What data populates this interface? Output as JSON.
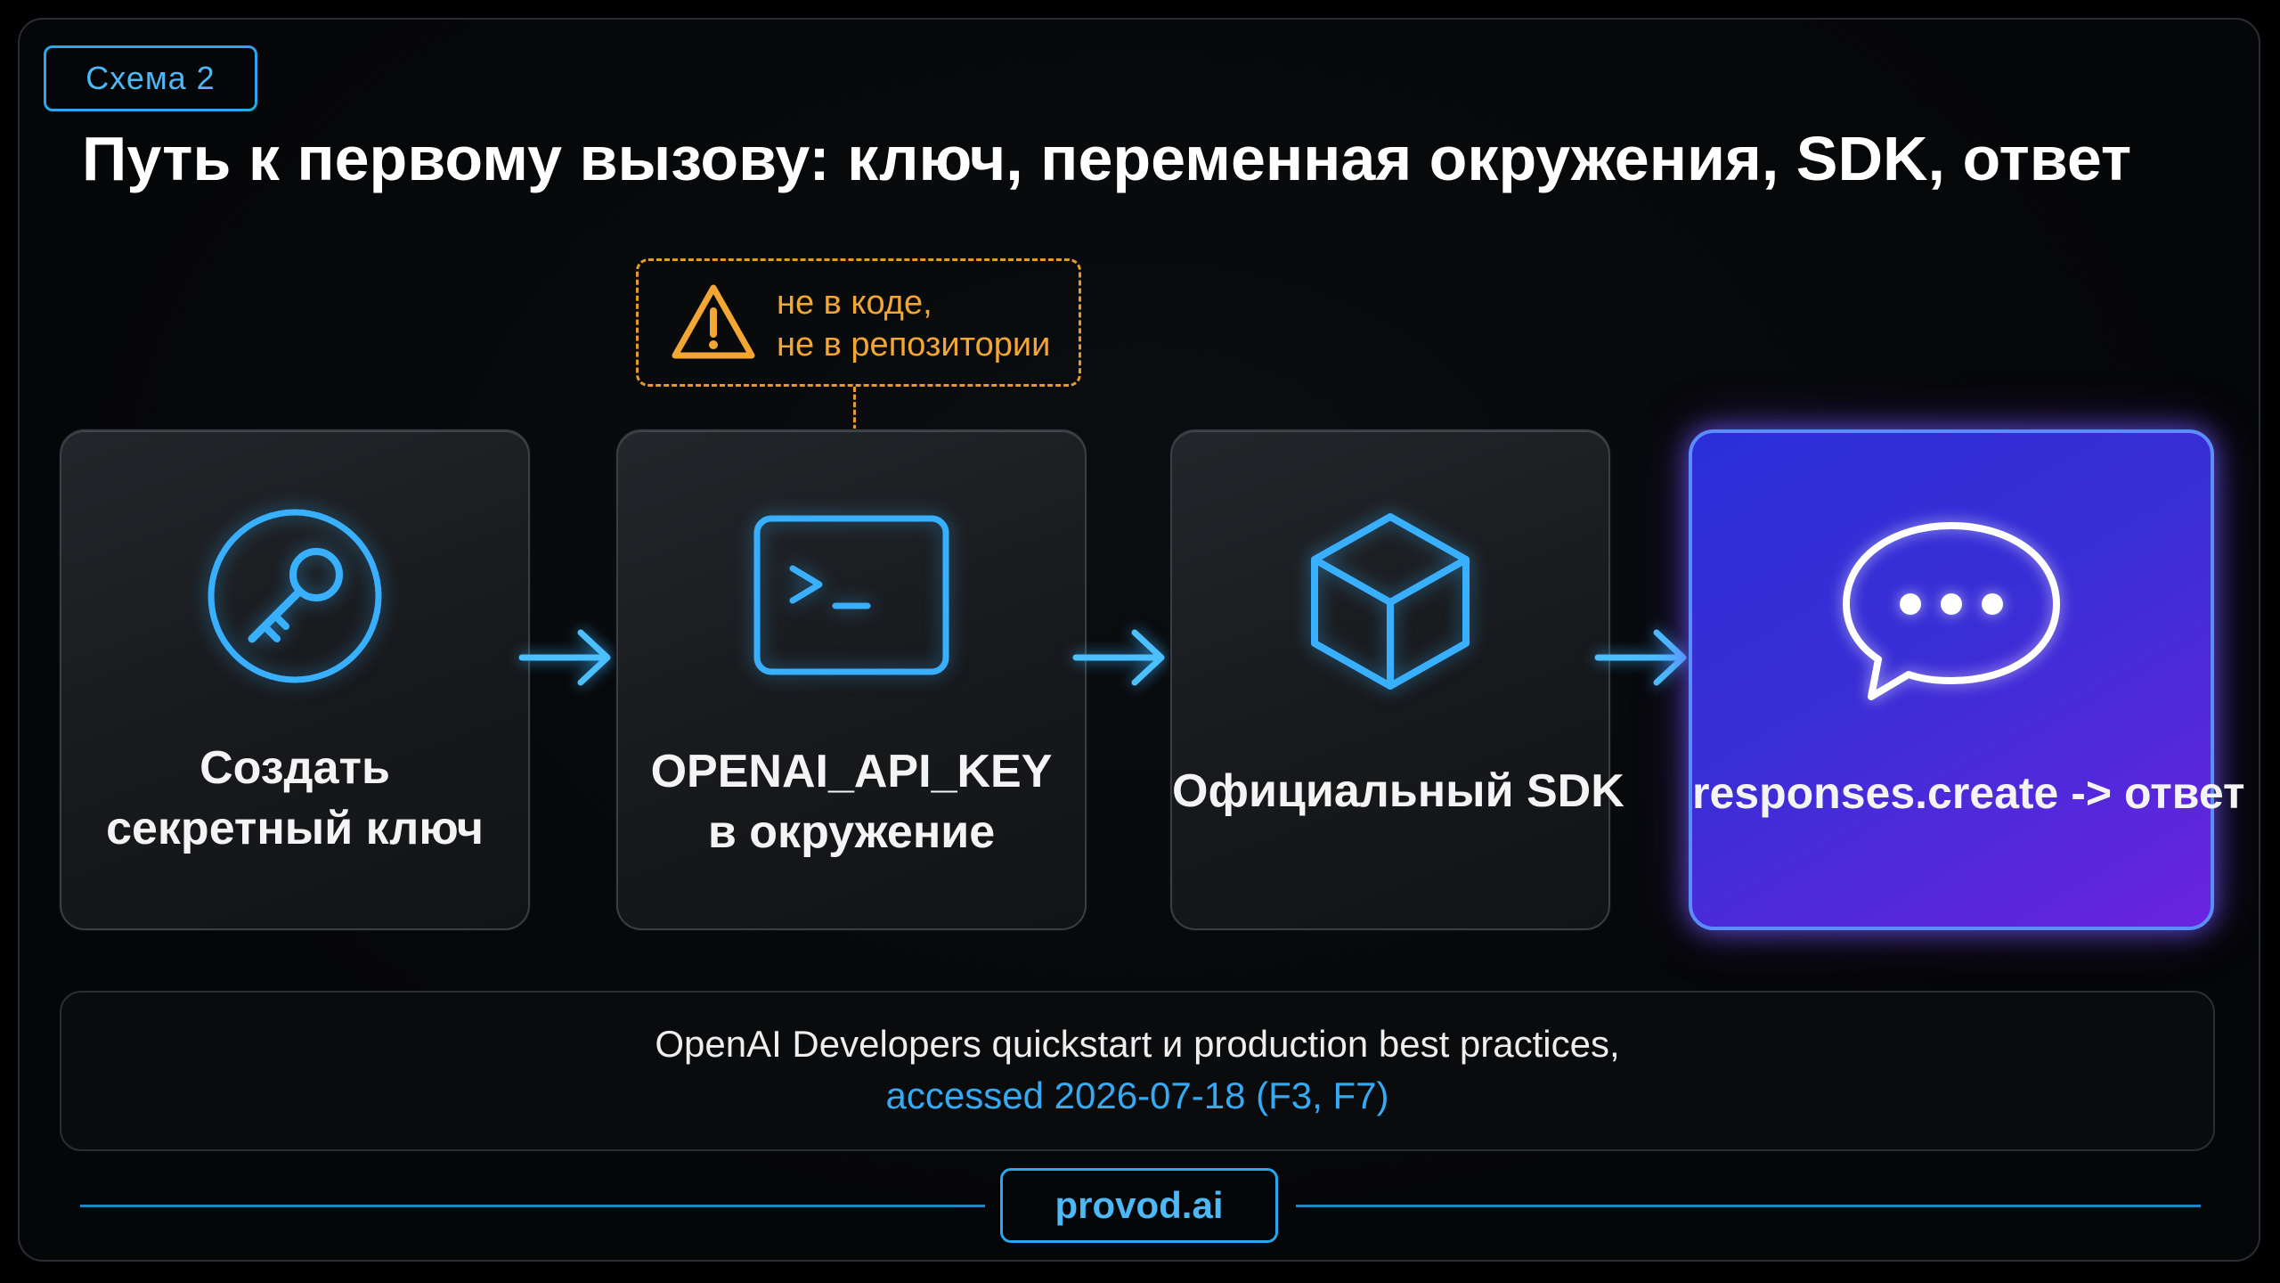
{
  "badge": "Схема 2",
  "title": "Путь к первому вызову: ключ, переменная окружения, SDK, ответ",
  "callout": {
    "icon": "warning-triangle-icon",
    "line1": "не в коде,",
    "line2": "не в репозитории"
  },
  "steps": [
    {
      "icon": "key-icon",
      "line1": "Создать",
      "line2": "секретный ключ"
    },
    {
      "icon": "terminal-icon",
      "line1": "OPENAI_API_KEY",
      "line2": "в окружение"
    },
    {
      "icon": "cube-icon",
      "line1": "Официальный SDK"
    },
    {
      "icon": "chat-bubble-icon",
      "line1": "responses.create -> ответ"
    }
  ],
  "source": {
    "line1": "OpenAI Developers quickstart и production best practices,",
    "line2": "accessed 2026-07-18 (F3, F7)"
  },
  "brand": "provod.ai",
  "colors": {
    "accent": "#2aa6ec",
    "warning": "#e49a2c",
    "final_card_start": "#2b2fd8",
    "final_card_end": "#6a23e0"
  }
}
